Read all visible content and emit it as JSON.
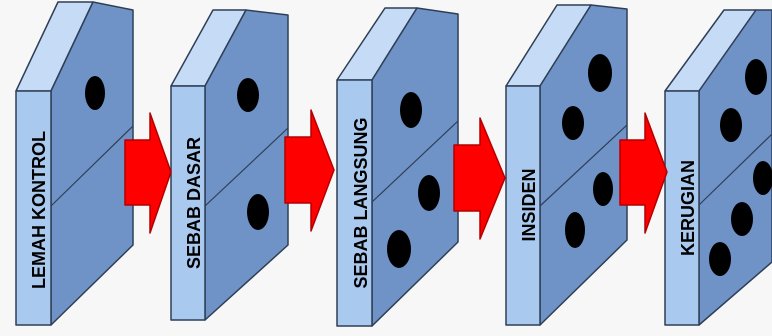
{
  "dominoes": [
    {
      "label": "LEMAH KONTROL"
    },
    {
      "label": "SEBAB DASAR"
    },
    {
      "label": "SEBAB LANGSUNG"
    },
    {
      "label": "INSIDEN"
    },
    {
      "label": "KERUGIAN"
    }
  ],
  "colors": {
    "background": "#f7f7f7",
    "front": "#a9c9ef",
    "side": "#6f93c6",
    "top": "#c6dcf6",
    "outline": "#2f3f56",
    "dot": "#000000",
    "arrow": "#ff0000",
    "arrow_outline": "#b30000"
  }
}
